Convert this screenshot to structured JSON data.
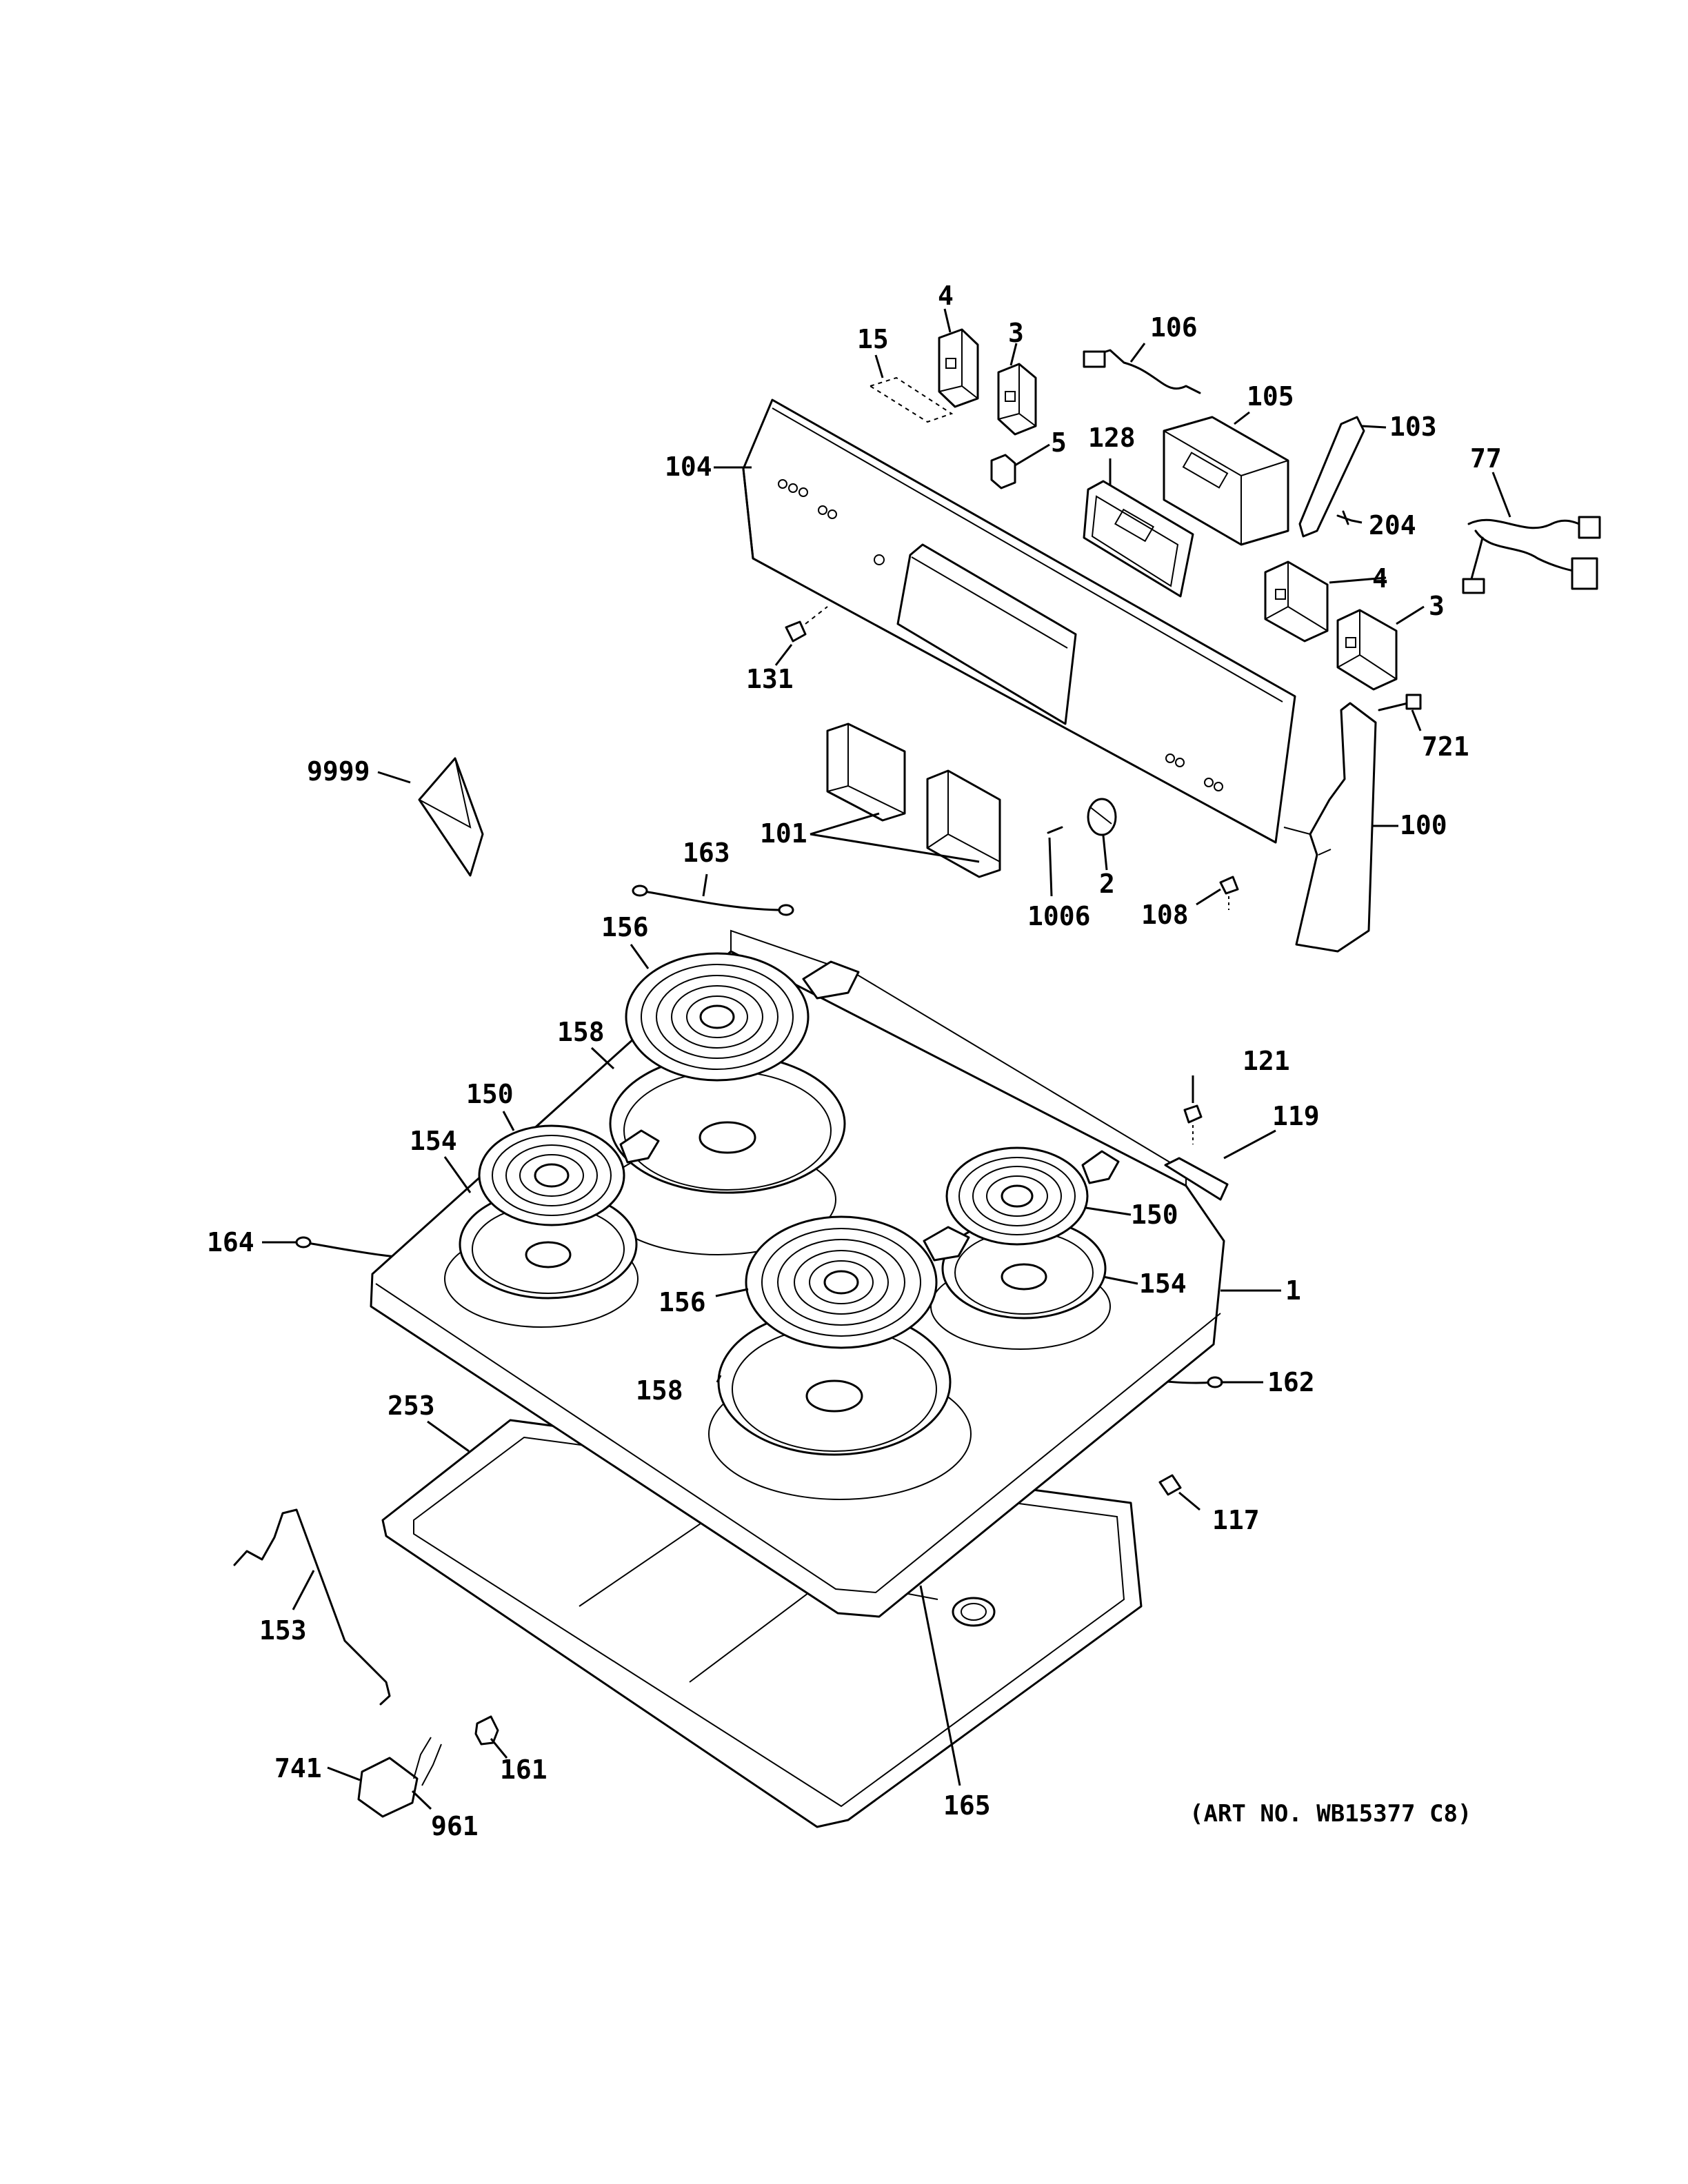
{
  "callouts": [
    {
      "id": "c4a",
      "text": "4"
    },
    {
      "id": "c15",
      "text": "15"
    },
    {
      "id": "c3a",
      "text": "3"
    },
    {
      "id": "c106",
      "text": "106"
    },
    {
      "id": "c105",
      "text": "105"
    },
    {
      "id": "c103",
      "text": "103"
    },
    {
      "id": "c5",
      "text": "5"
    },
    {
      "id": "c128",
      "text": "128"
    },
    {
      "id": "c77",
      "text": "77"
    },
    {
      "id": "c104",
      "text": "104"
    },
    {
      "id": "c204",
      "text": "204"
    },
    {
      "id": "c4b",
      "text": "4"
    },
    {
      "id": "c3b",
      "text": "3"
    },
    {
      "id": "c131",
      "text": "131"
    },
    {
      "id": "c721",
      "text": "721"
    },
    {
      "id": "c9999",
      "text": "9999"
    },
    {
      "id": "c100",
      "text": "100"
    },
    {
      "id": "c101",
      "text": "101"
    },
    {
      "id": "c2",
      "text": "2"
    },
    {
      "id": "c163",
      "text": "163"
    },
    {
      "id": "c1006",
      "text": "1006"
    },
    {
      "id": "c108",
      "text": "108"
    },
    {
      "id": "c156a",
      "text": "156"
    },
    {
      "id": "c158a",
      "text": "158"
    },
    {
      "id": "c121",
      "text": "121"
    },
    {
      "id": "c150a",
      "text": "150"
    },
    {
      "id": "c119",
      "text": "119"
    },
    {
      "id": "c154a",
      "text": "154"
    },
    {
      "id": "c150b",
      "text": "150"
    },
    {
      "id": "c164",
      "text": "164"
    },
    {
      "id": "c154b",
      "text": "154"
    },
    {
      "id": "c1",
      "text": "1"
    },
    {
      "id": "c156b",
      "text": "156"
    },
    {
      "id": "c162",
      "text": "162"
    },
    {
      "id": "c158b",
      "text": "158"
    },
    {
      "id": "c253",
      "text": "253"
    },
    {
      "id": "c117",
      "text": "117"
    },
    {
      "id": "c153",
      "text": "153"
    },
    {
      "id": "c161",
      "text": "161"
    },
    {
      "id": "c741",
      "text": "741"
    },
    {
      "id": "c165",
      "text": "165"
    },
    {
      "id": "c961",
      "text": "961"
    }
  ],
  "art_number": "(ART NO. WB15377 C8)"
}
